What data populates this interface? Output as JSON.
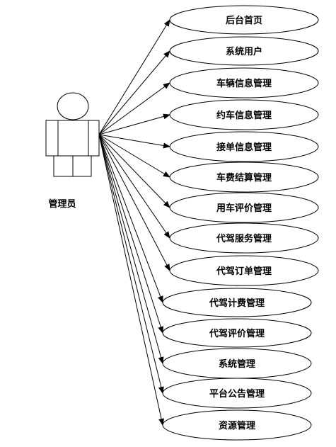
{
  "actor": {
    "label": "管理员"
  },
  "use_cases": [
    "后台首页",
    "系统用户",
    "车辆信息管理",
    "约车信息管理",
    "接单信息管理",
    "车费结算管理",
    "用车评价管理",
    "代驾服务管理",
    "代驾订单管理",
    "代驾计费管理",
    "代驾评价管理",
    "系统管理",
    "平台公告管理",
    "资源管理"
  ]
}
